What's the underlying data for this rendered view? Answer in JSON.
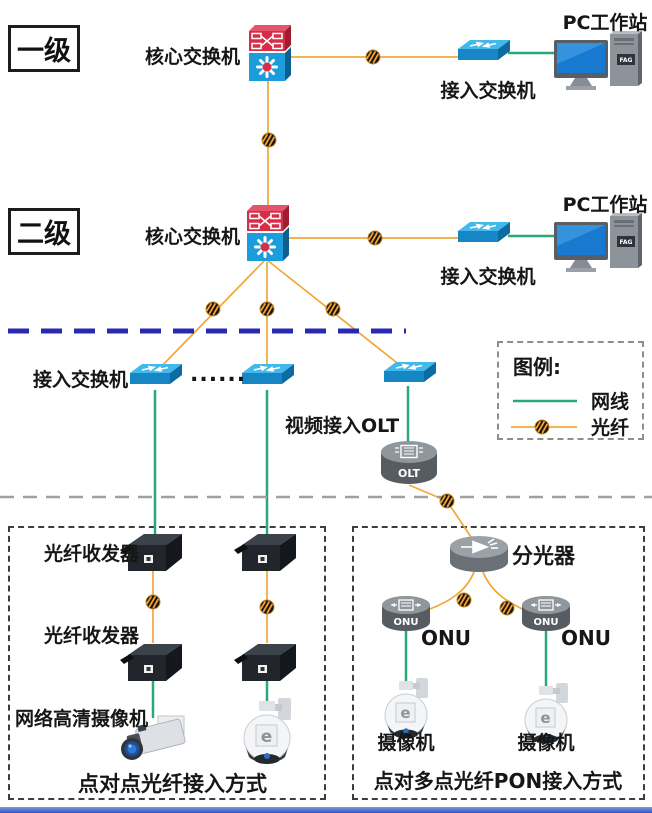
{
  "tiers": {
    "level1": "一级",
    "level2": "二级"
  },
  "nodes": {
    "core_switch": "核心交换机",
    "access_switch": "接入交换机",
    "pc_workstation": "PC工作站",
    "pc_badge": "FAG",
    "ellipsis": "......",
    "video_olt_label": "视频接入OLT",
    "olt": "OLT",
    "splitter": "分光器",
    "onu": "ONU",
    "fiber_transceiver": "光纤收发器",
    "hd_camera": "网络高清摄像机",
    "camera": "摄像机",
    "camera_watermark": "e"
  },
  "captions": {
    "p2p": "点对点光纤接入方式",
    "p2mp": "点对多点光纤PON接入方式"
  },
  "legend": {
    "title": "图例:",
    "items": [
      {
        "label": "网线",
        "type": "network-cable",
        "color": "#2aa876"
      },
      {
        "label": "光纤",
        "type": "optical-fiber",
        "color": "#f0a838"
      }
    ]
  },
  "colors": {
    "network_cable": "#2aa876",
    "optical_fiber": "#f0a838",
    "tier_divider": "#2828b2",
    "zone_divider": "#a0a0a0",
    "bottom_bar": "#4a6fd0"
  }
}
